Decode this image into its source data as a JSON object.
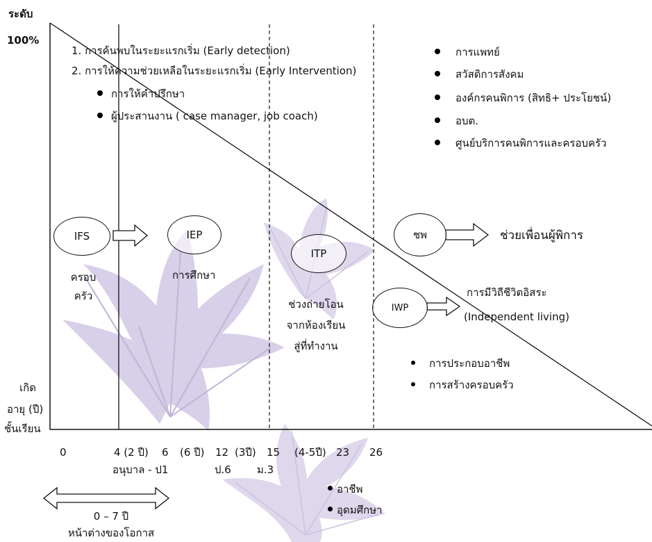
{
  "axis": {
    "y_title": "ระดับ",
    "y_top": "100%",
    "y_bottom": [
      "เกิด",
      "อายุ (ปี)",
      "ชั้นเรียน"
    ],
    "ages": [
      "0",
      "4 (2 ปี)",
      "6",
      "(6 ปี)",
      "12",
      "(3ปี)",
      "15",
      "(4-5ปี)",
      "23",
      "26"
    ],
    "grades": [
      "อนุบาล - ป1",
      "ป.6",
      "ม.3"
    ]
  },
  "early_list": {
    "item1": "1. การค้นพบในระยะแรกเริ่ม (Early detection)",
    "item2": "2. การให้ความช่วยเหลือในระยะแรกเริ่ม (Early Intervention)",
    "sub": [
      "การให้คำปรึกษา",
      "ผู้ประสานงาน ( case manager, job coach)"
    ]
  },
  "services": [
    "การแพทย์",
    "สวัสดิการสังคม",
    "องค์กรคนพิการ (สิทธิ+ ประโยชน์)",
    "อบต.",
    "ศูนย์บริการคนพิการและครอบครัว"
  ],
  "plans": {
    "ifs": "IFS",
    "ifs_caption": [
      "ครอบ",
      "ครัว"
    ],
    "iep": "IEP",
    "iep_caption": "การศึกษา",
    "itp": "ITP",
    "itp_caption": [
      "ช่วงถ่ายโอน",
      "จากห้องเรียน",
      "สู่ที่ทำงาน"
    ],
    "chp": "ชพ",
    "chp_caption": "ช่วยเพื่อนผู้พิการ",
    "iwp": "IWP",
    "iwp_caption": [
      "การมีวิถีชีวิตอิสระ",
      "(Independent living)"
    ]
  },
  "adult_list": [
    "การประกอบอาชีพ",
    "การสร้างครอบครัว"
  ],
  "after_school": [
    "อาชีพ",
    "อุดมศึกษา"
  ],
  "window": {
    "range": "0 – 7 ปี",
    "label": "หน้าต่างของโอกาส"
  },
  "colors": {
    "line": "#111111",
    "leaf": "#b9a8d6",
    "leaf_vein": "#8d79b8"
  }
}
